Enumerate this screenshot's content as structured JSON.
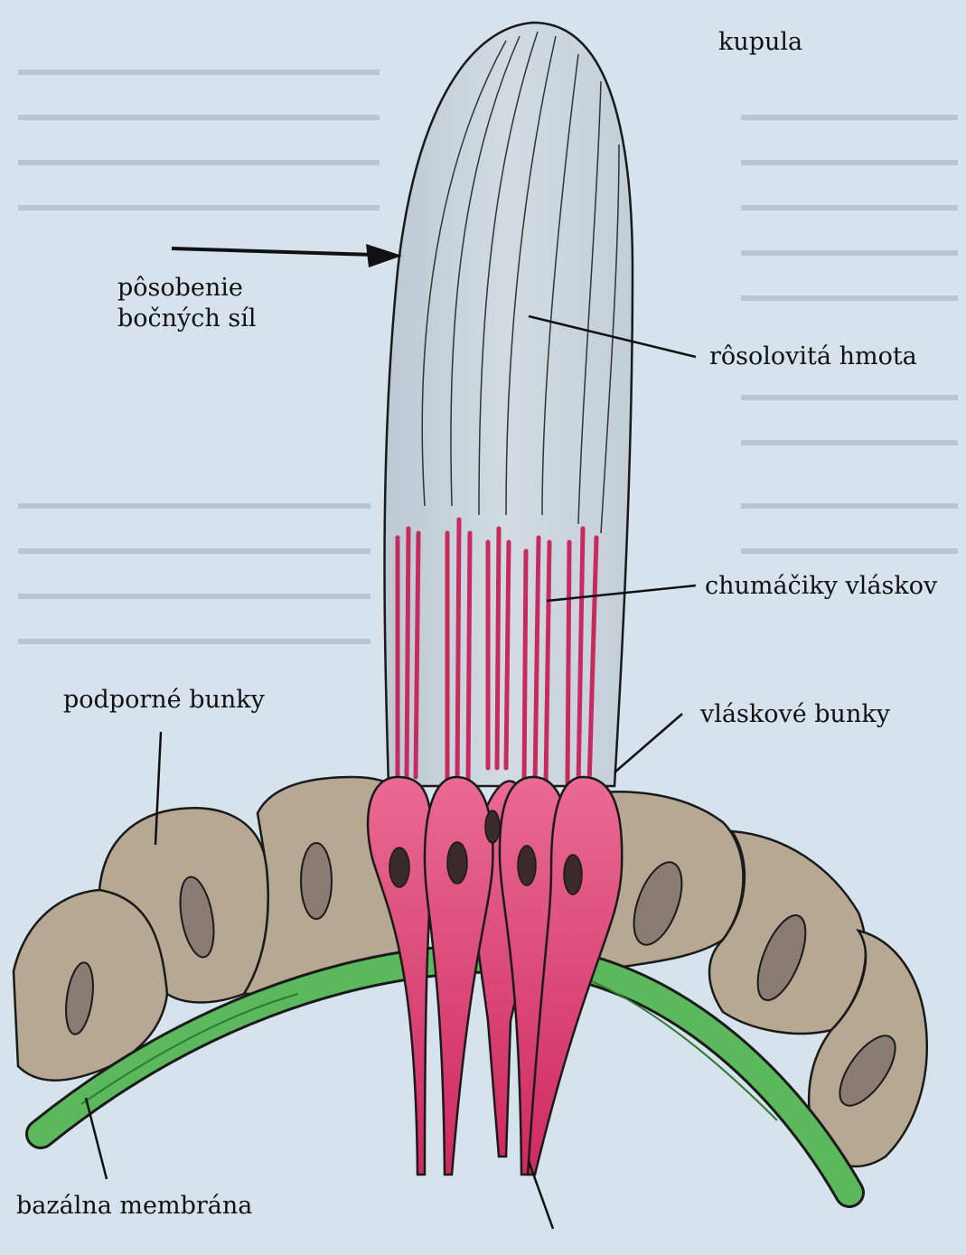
{
  "labels": {
    "kupula": "kupula",
    "lateral_forces": "pôsobenie bočných síl",
    "gelatinous_mass": "rôsolovitá hmota",
    "hair_bundles": "chumáčiky vláskov",
    "support_cells": "podporné bunky",
    "hair_cells": "vláskové bunky",
    "basal_membrane": "bazálna membrána"
  },
  "colors": {
    "page_background": "#d6e2ec",
    "cupula": "#c9d4dc",
    "hair_cell": "#d9376e",
    "support_cell": "#b7a894",
    "nucleus": "#8a7c72",
    "basal_membrane": "#5cb85c",
    "outline": "#1a1a1a"
  }
}
